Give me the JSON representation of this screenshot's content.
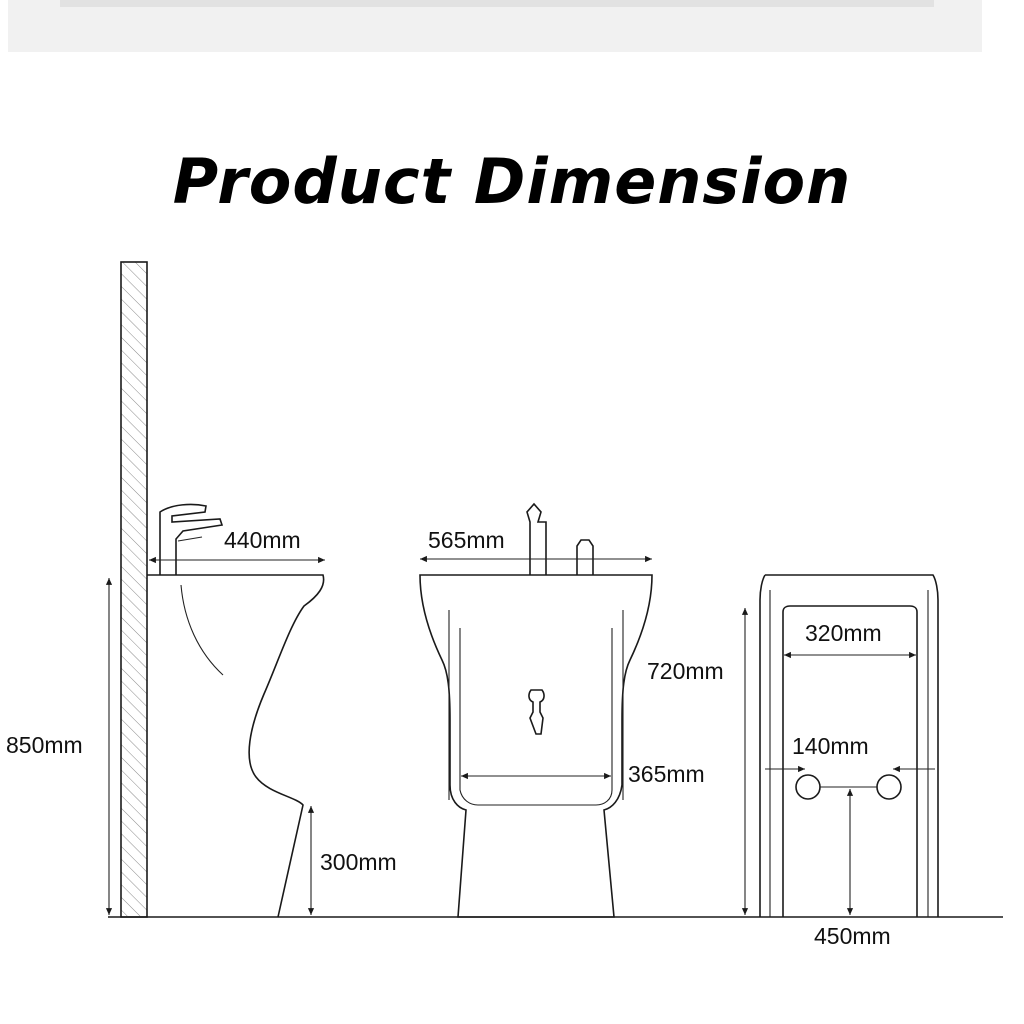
{
  "title": "Product Dimension",
  "colors": {
    "line": "#1a1a1a",
    "hatch": "#7a7a7a",
    "band": "#f1f1f1",
    "background": "#ffffff"
  },
  "dimensions": {
    "side_depth": "440mm",
    "total_height": "850mm",
    "base_height": "300mm",
    "front_width": "565mm",
    "inner_width": "365mm",
    "rear_height": "720mm",
    "rear_inner_width": "320mm",
    "pipe_spacing": "140mm",
    "pipe_height": "450mm"
  }
}
